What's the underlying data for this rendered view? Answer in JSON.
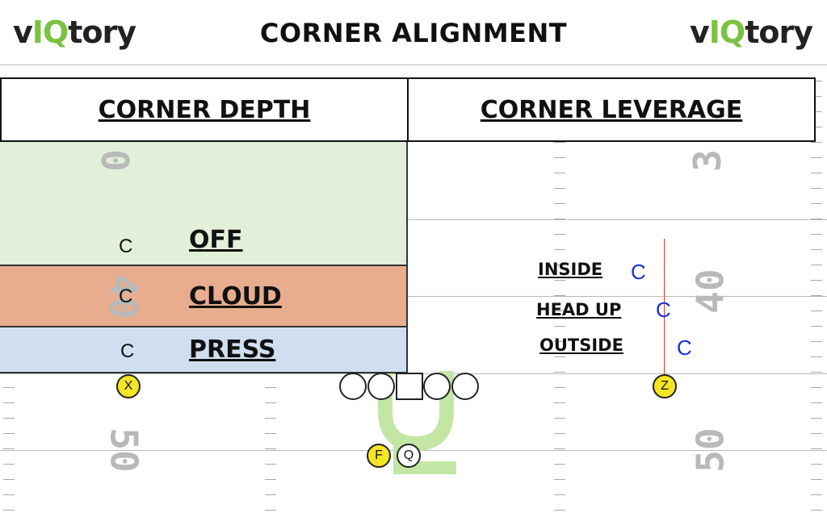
{
  "header": {
    "logo_left": {
      "pre": "v",
      "iq": "IQ",
      "post": "tory"
    },
    "logo_right": {
      "pre": "v",
      "iq": "IQ",
      "post": "tory"
    },
    "title": "CORNER ALIGNMENT"
  },
  "field": {
    "yard_numbers": {
      "top_left": "0",
      "mid_left": "40",
      "bottom_left": "50",
      "top_right": "3",
      "mid_right": "40",
      "bottom_right": "50"
    },
    "watermark": "Q",
    "colors": {
      "off": "#e2efd9",
      "cloud": "#e7ad8e",
      "press": "#d0dff0",
      "watermark": "#c3e6a5",
      "yard_lines": "#b9b9b9"
    }
  },
  "depth": {
    "header": "CORNER DEPTH",
    "rows": [
      {
        "label": "OFF",
        "corner": "C"
      },
      {
        "label": "CLOUD",
        "corner": "C"
      },
      {
        "label": "PRESS",
        "corner": "C"
      }
    ]
  },
  "leverage": {
    "header": "CORNER LEVERAGE",
    "rows": [
      {
        "label": "INSIDE",
        "corner": "C"
      },
      {
        "label": "HEAD UP",
        "corner": "C"
      },
      {
        "label": "OUTSIDE",
        "corner": "C"
      }
    ],
    "line_color": "#d9352b",
    "corner_color": "#1a2fd6"
  },
  "players": {
    "x": "X",
    "z": "Z",
    "f": "F",
    "q": "Q"
  }
}
